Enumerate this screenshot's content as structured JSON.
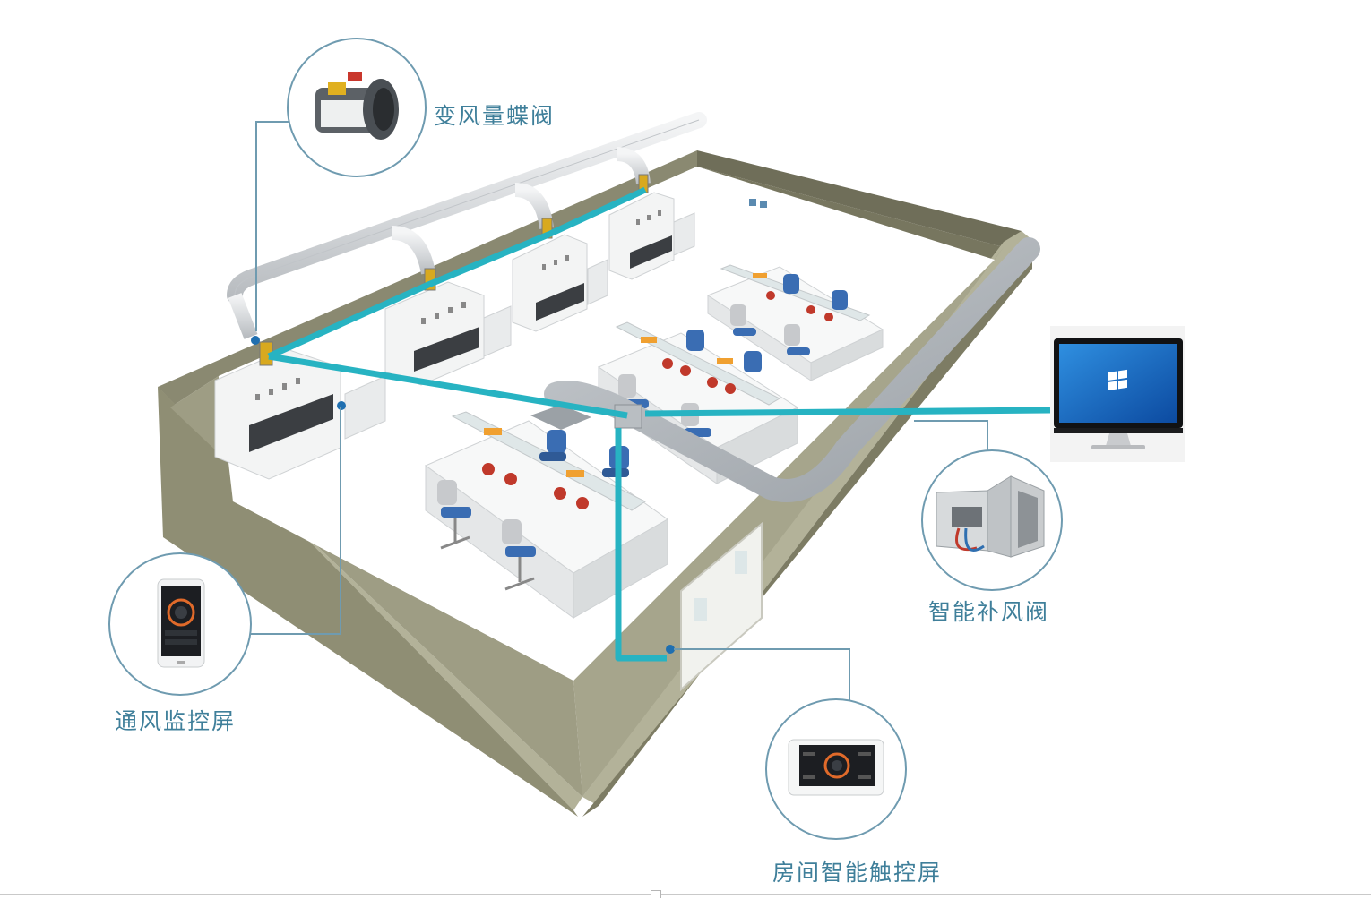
{
  "labels": {
    "vav_valve": "变风量蝶阀",
    "monitor_screen": "通风监控屏",
    "makeup_air_valve": "智能补风阀",
    "room_touch_screen": "房间智能触控屏"
  },
  "colors": {
    "label_text": "#3f7f9a",
    "connector": "#27b3c2",
    "callout_ring": "#6f9bb0",
    "wall_top": "#aaa98f",
    "wall_face": "#8f8e74",
    "floor": "#ffffff",
    "duct": "#d3d5d8"
  },
  "icons": [
    "vav-valve-icon",
    "phone-monitor-icon",
    "makeup-air-valve-icon",
    "touch-panel-icon",
    "desktop-monitor-icon",
    "windows-logo-icon"
  ]
}
